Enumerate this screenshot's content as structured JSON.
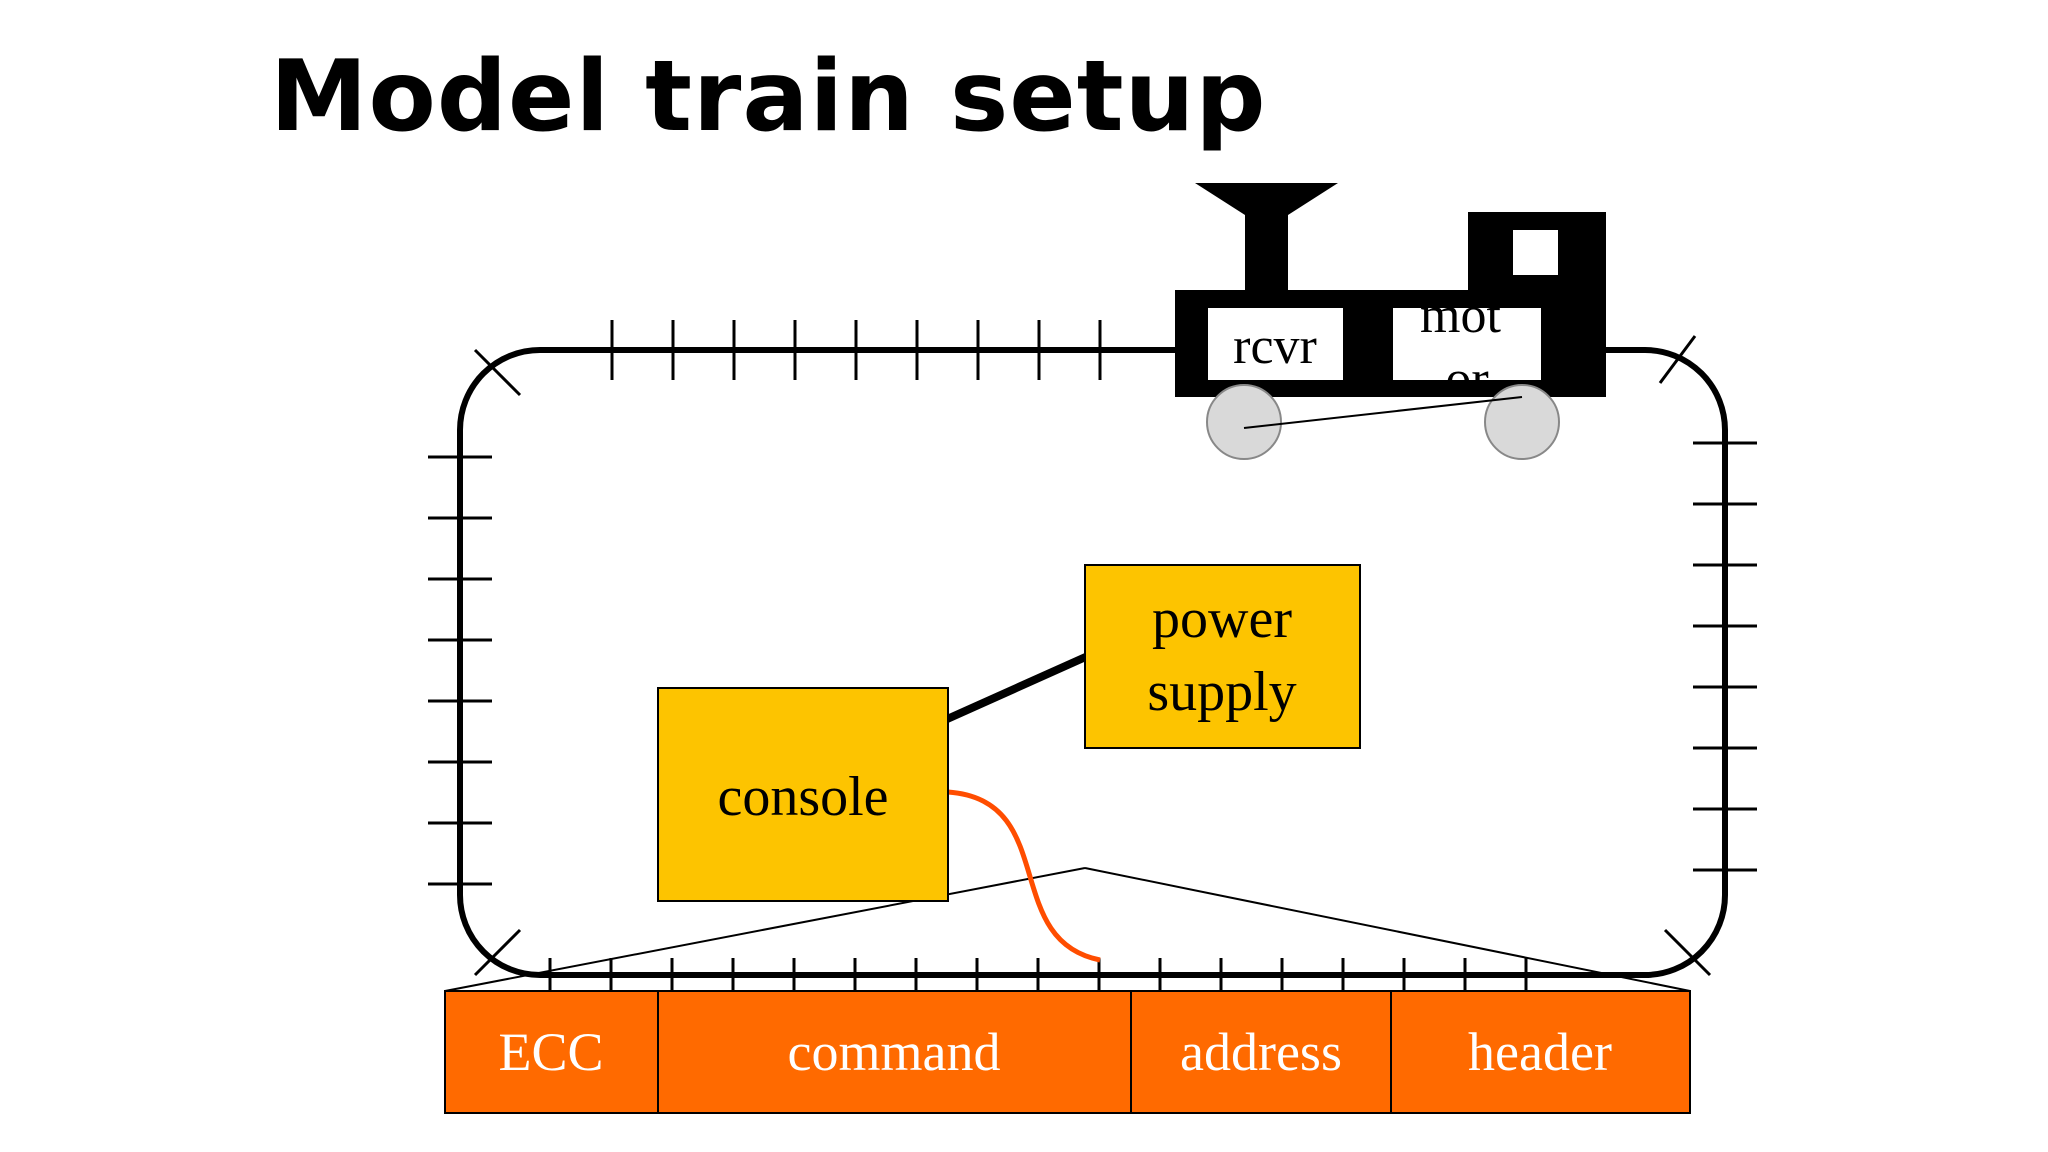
{
  "slide": {
    "title": "Model train setup"
  },
  "train": {
    "receiver_label": "rcvr",
    "motor_label": "mot\nor"
  },
  "console": {
    "label": "console"
  },
  "power_supply": {
    "label_line1": "power",
    "label_line2": "supply"
  },
  "packet": {
    "fields": [
      "ECC",
      "command",
      "address",
      "header"
    ]
  },
  "colors": {
    "box_fill": "#fdc400",
    "packet_fill": "#ff6a00",
    "cable": "#ff4d00",
    "train_body": "#000000",
    "wheel": "#d9d9d9"
  }
}
